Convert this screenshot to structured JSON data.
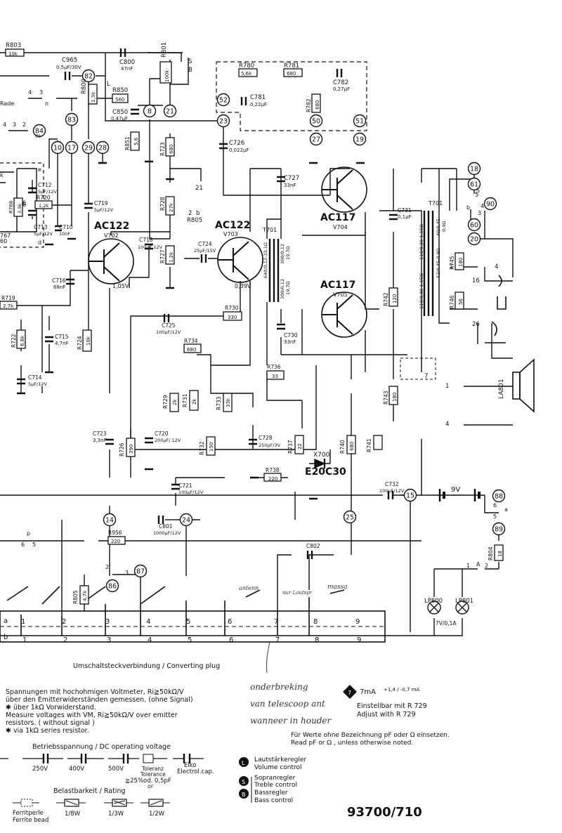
{
  "components": {
    "R803": {
      "ref": "R803",
      "val": "10k"
    },
    "C965": {
      "ref": "C965",
      "val": "0,5µF/30V"
    },
    "C800": {
      "ref": "C800",
      "val": "47nF"
    },
    "R801": {
      "ref": "R801",
      "val": "100k"
    },
    "R800": {
      "ref": "R800",
      "val": "1,3k"
    },
    "R850": {
      "ref": "R850",
      "val": "560"
    },
    "C850": {
      "ref": "C850",
      "val": "0,47µF"
    },
    "R851": {
      "ref": "R851",
      "val": "5,6"
    },
    "R723": {
      "ref": "R723",
      "val": "680"
    },
    "R780": {
      "ref": "R780",
      "val": "5,6k"
    },
    "R781": {
      "ref": "R781",
      "val": "680"
    },
    "C782": {
      "ref": "C782",
      "val": "0,27µF"
    },
    "C781": {
      "ref": "C781",
      "val": "0,22µF"
    },
    "R782": {
      "ref": "R782",
      "val": "680"
    },
    "C726": {
      "ref": "C726",
      "val": "0,022µF"
    },
    "C727": {
      "ref": "C727",
      "val": "33nF"
    },
    "C712": {
      "ref": "C712",
      "val": "5µF/12V"
    },
    "R720": {
      "ref": "R720",
      "val": "1,2k"
    },
    "R768": {
      "ref": "R768",
      "val": "3,9k"
    },
    "C713": {
      "ref": "C713",
      "val": "5µF/12V"
    },
    "C710": {
      "ref": "C710",
      "val": "10nF"
    },
    "C719": {
      "ref": "C719",
      "val": "5µF/12V"
    },
    "R728": {
      "ref": "R728",
      "val": "27k"
    },
    "C718": {
      "ref": "C718",
      "val": "100µF 12V"
    },
    "R727": {
      "ref": "R727",
      "val": "1,2k"
    },
    "C724": {
      "ref": "C724",
      "val": "25µF/15V"
    },
    "C716": {
      "ref": "C716",
      "val": "68nF"
    },
    "R719": {
      "ref": "R719",
      "val": "2,7k"
    },
    "R722": {
      "ref": "R722",
      "val": "6,8k"
    },
    "C715": {
      "ref": "C715",
      "val": "4,7nF"
    },
    "C714": {
      "ref": "C714",
      "val": "5µF/12V"
    },
    "R724": {
      "ref": "R724",
      "val": "10k"
    },
    "C725": {
      "ref": "C725",
      "val": "100µF/12V"
    },
    "R730": {
      "ref": "R730",
      "val": "330"
    },
    "R734": {
      "ref": "R734",
      "val": "680"
    },
    "R729": {
      "ref": "R729",
      "val": "2k"
    },
    "R731": {
      "ref": "R731",
      "val": "2k"
    },
    "R733": {
      "ref": "R733",
      "val": "33k"
    },
    "R736": {
      "ref": "R736",
      "val": "33"
    },
    "C730": {
      "ref": "C730",
      "val": "33nF"
    },
    "C731": {
      "ref": "C731",
      "val": "0,1µF"
    },
    "R742": {
      "ref": "R742",
      "val": "120"
    },
    "R743": {
      "ref": "R743",
      "val": "180"
    },
    "R745": {
      "ref": "R745",
      "val": "180"
    },
    "R746": {
      "ref": "R746",
      "val": "56"
    },
    "C723": {
      "ref": "C723",
      "val": "3,3nF"
    },
    "R726": {
      "ref": "R726",
      "val": "390"
    },
    "C720": {
      "ref": "C720",
      "val": "200µF/ 12V"
    },
    "R732": {
      "ref": "R732",
      "val": "150"
    },
    "C728": {
      "ref": "C728",
      "val": "250µF/3V"
    },
    "R737": {
      "ref": "R737",
      "val": "22"
    },
    "R740": {
      "ref": "R740",
      "val": "680"
    },
    "R741": {
      "ref": "R741",
      "val": ""
    },
    "R738": {
      "ref": "R738",
      "val": "220"
    },
    "C721": {
      "ref": "C721",
      "val": "100µF/12V"
    },
    "C732": {
      "ref": "C732",
      "val": "100µF/12V"
    },
    "C801": {
      "ref": "C801",
      "val": "1000µF/12V"
    },
    "R956": {
      "ref": "R956",
      "val": "220"
    },
    "C802": {
      "ref": "C802",
      "val": ""
    },
    "R805": {
      "ref": "R805",
      "val": "4,7k"
    },
    "R804": {
      "ref": "R804",
      "val": "18"
    }
  },
  "transistors": {
    "v702": {
      "type": "AC122",
      "ref": "V702",
      "volt": "1,05V"
    },
    "v703": {
      "type": "AC122",
      "ref": "V703",
      "volt": "0,39V"
    },
    "v704": {
      "type": "AC117",
      "ref": "V704"
    },
    "v705": {
      "type": "AC117",
      "ref": "V705"
    }
  },
  "transformers": {
    "t701a": {
      "ref": "T701",
      "w1": "640/0,12-33,1Ω",
      "w2": "300/0,12",
      "w3": "19,7Ω",
      "w4": "300/0,12",
      "w5": "19,7Ω"
    },
    "t701b": {
      "ref": "T701",
      "w1": "110/0,38-1,15Ω",
      "w2": "110/0,38-1,15Ω",
      "w3": "40/0,45",
      "w4": "0,9Ω",
      "w5": "52/0,45-0,9Ω"
    }
  },
  "diode": {
    "ref": "X700",
    "type": "E20C30"
  },
  "battery": {
    "volt": "9V"
  },
  "speaker": {
    "ref": "LA801"
  },
  "lamps": {
    "a": "LP800",
    "b": "LP801",
    "rating": "7V/0,1A"
  },
  "side_text": {
    "rade": "Rade",
    "l67": "767",
    "l60": "60",
    "lk": "k",
    "nd": "d",
    "ne": "e",
    "nm": "m",
    "nn": "n",
    "n4": "4",
    "n3": "3",
    "n2": "2",
    "n3b": "3",
    "n4b": "4",
    "np": "p",
    "n6": "6",
    "n5": "5",
    "na": "a",
    "nb": "b",
    "n2s": "2",
    "n3s": "3",
    "n6s": "6",
    "n5s": "5",
    "nA": "A",
    "n1s": "1",
    "n2t": "2",
    "n4s": "4",
    "n5t": "5",
    "n3t": "3",
    "n6t": "6"
  },
  "nodes": [
    "82",
    "83",
    "84",
    "10",
    "17",
    "8",
    "21",
    "52",
    "23",
    "50",
    "27",
    "51",
    "19",
    "29",
    "28",
    "18",
    "61",
    "90",
    "60",
    "20",
    "14",
    "24",
    "25",
    "15",
    "88",
    "89",
    "87",
    "86"
  ],
  "node_labels": {
    "n21b": "21",
    "r805": "R805",
    "n2b": "2",
    "nb": "b",
    "n5": "5",
    "n1a": "1",
    "n4a": "4",
    "n1b": "1",
    "n4b": "4",
    "n16": "16",
    "n26": "26",
    "n7": "7",
    "n6": "6",
    "nL": "L",
    "nS": "S",
    "nB": "B"
  },
  "plug": {
    "a_pins": [
      "1",
      "2",
      "3",
      "4",
      "5",
      "6",
      "7",
      "8",
      "9"
    ],
    "b_pins": [
      "1",
      "2",
      "3",
      "4",
      "5",
      "6",
      "7",
      "8",
      "9"
    ],
    "row_a": "a",
    "row_b": "b"
  },
  "handwritten": {
    "antenna": "antenn",
    "ext": "nur Lautspr",
    "mass": "massa",
    "note1": "onderbreking",
    "note2": "van telescoop ant",
    "note3": "wanneer in houder"
  },
  "texts": {
    "plug_caption": "Umschaltsteckverbindung / Converting plug",
    "measure_line1": "Spannungen mit hochohmigen Voltmeter, Ri≧50kΩ/V",
    "measure_line2": "über den Emitterwiderständen gemessen. (ohne Signal)",
    "measure_line3": "✱ über 1kΩ Vorwiderstand.",
    "measure_line4": "Measure voltages with VM, Ri≧50kΩ/V over emitter",
    "measure_line5": "resistors. ( without signal )",
    "measure_line6": "✱ via 1kΩ series resistor.",
    "current_value": "7mA",
    "current_tol": "+1,4 / -0,7 mA",
    "adjust_de": "Einstellbar mit R 729",
    "adjust_en": "Adjust with R 729",
    "values_de": "Für Werte ohne Bezeichnung pF oder Ω einsetzen.",
    "values_en": "Read pF or Ω , unless otherwise noted.",
    "operating_voltage": "Betriebsspannung / DC operating voltage",
    "v250": "250V",
    "v400": "400V",
    "v500": "500V",
    "tolerance": "Toleranz",
    "tolerance_en": "Tolerance",
    "tolerance_val": "≧25%od. 0,5pF",
    "tolerance_or": "or",
    "elko": "Elko",
    "elko_en": "Electrol.cap.",
    "volume_de": "Lautstärkeregler",
    "volume_en": "Volume control",
    "treble_de": "Sopranregler",
    "treble_en": "Treble control",
    "bass_de": "Bassregler",
    "bass_en": "Bass control",
    "rating": "Belastbarkeit / Rating",
    "ferrite_de": "Ferritperle",
    "ferrite_en": "Ferrite bead",
    "w8": "1/8W",
    "w3": "1/3W",
    "w2": "1/2W",
    "model": "93700/710",
    "marker7": "7",
    "L": "L",
    "S": "S",
    "B": "B"
  }
}
